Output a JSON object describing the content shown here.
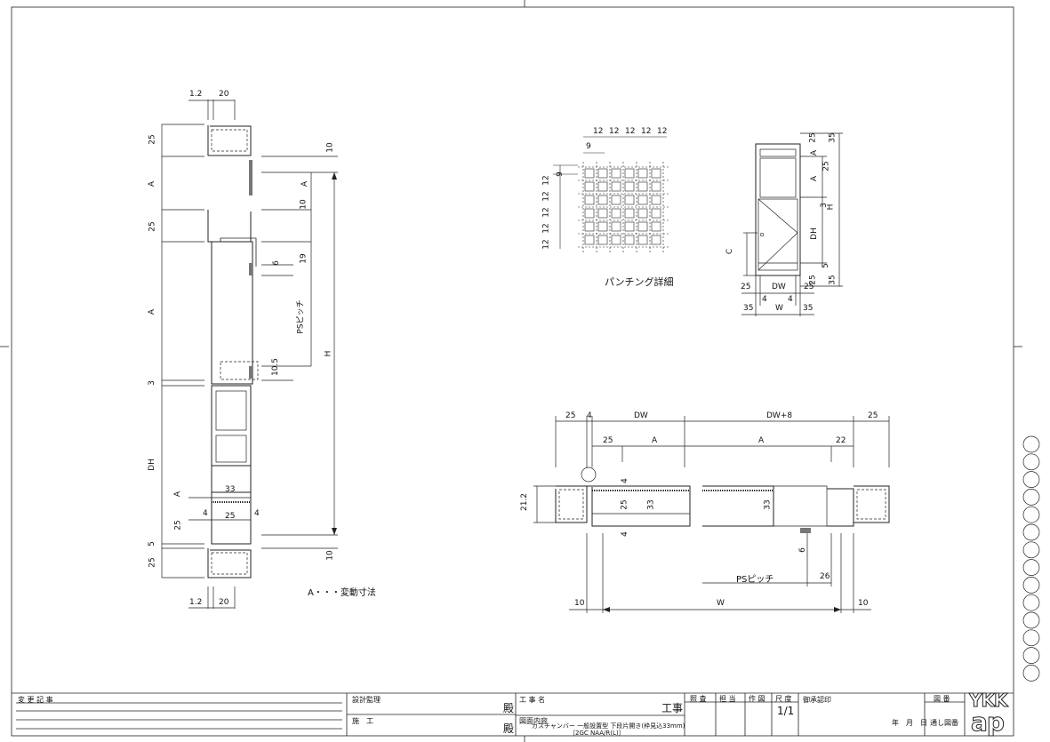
{
  "side_section": {
    "top_dims": [
      "1.2",
      "20"
    ],
    "bottom_dims": [
      "1.2",
      "20"
    ],
    "left_dims": [
      "25",
      "A",
      "25",
      "A",
      "3",
      "DH",
      "A",
      "25",
      "5",
      "25"
    ],
    "right_dims": [
      "10",
      "A",
      "10",
      "6",
      "19",
      "10.5",
      "10"
    ],
    "ps_pitch": "PSピッチ",
    "h_label": "H",
    "inner_dims": [
      "33",
      "4",
      "25",
      "4"
    ],
    "note": "A・・・変動寸法"
  },
  "punching": {
    "top_dims": [
      "12",
      "12",
      "12",
      "12",
      "12"
    ],
    "top_small": "9",
    "left_dims": [
      "9",
      "12",
      "12",
      "12",
      "12",
      "12"
    ],
    "caption": "パンチング詳細"
  },
  "elevation": {
    "right_dims": [
      "25",
      "35",
      "A",
      "25",
      "A",
      "3",
      "H",
      "DH",
      "5",
      "25",
      "35"
    ],
    "left_label": "C",
    "bottom_row1": [
      "25",
      "DW",
      "25"
    ],
    "bottom_row2": [
      "4",
      "4"
    ],
    "bottom_row3": [
      "35",
      "W",
      "35"
    ]
  },
  "plan_section": {
    "top_row1": [
      "25",
      "4",
      "DW",
      "DW+8",
      "25"
    ],
    "top_row2": [
      "25",
      "A",
      "A",
      "22"
    ],
    "left_dim": "21.2",
    "inner_dims": [
      "4",
      "25",
      "33",
      "4",
      "33"
    ],
    "right_small": "6",
    "ps_pitch": "PSピッチ",
    "ps_value": "26",
    "bottom_dims": [
      "10",
      "W",
      "10"
    ]
  },
  "title_block": {
    "revision_header": "変 更 記 事",
    "design_supervision": "設計監理",
    "construction": "施　工",
    "honorific_1": "殿",
    "honorific_2": "殿",
    "project_name_label": "工 事 名",
    "project_suffix": "工事",
    "drawing_content_label": "図面内容",
    "drawing_content_line1": "ガスチャンバー 一般設置型 下段片開き(枠見込33mm)",
    "drawing_content_line2": "〔2GC NAA/R(L)〕",
    "headers": [
      "照 査",
      "担 当",
      "作 図",
      "尺 度"
    ],
    "scale": "1/1",
    "approval_label": "御承認印",
    "drawing_no_label": "図 番",
    "date_label": "年　月　日",
    "serial_label": "通し図番",
    "logo_top": "YKK",
    "logo_bottom": "ap"
  }
}
